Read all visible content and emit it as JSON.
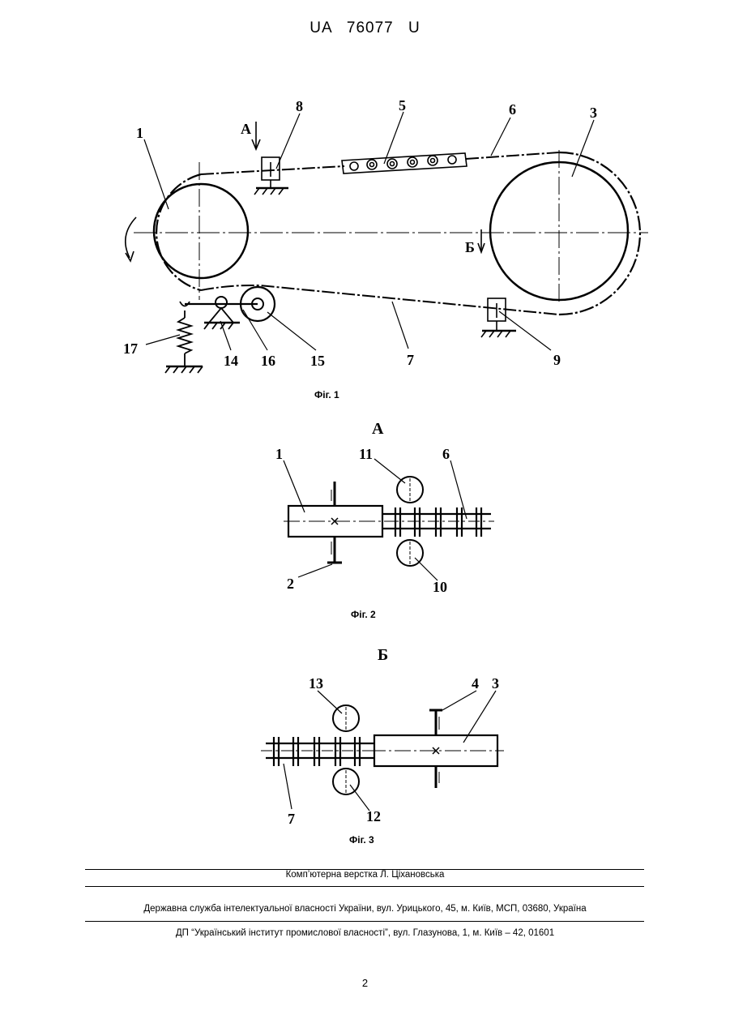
{
  "header": {
    "doc_number": "UA   76077   U"
  },
  "figures": {
    "fig1": {
      "caption": "Фіг. 1",
      "view_markers": [
        "А",
        "Б"
      ],
      "labels": [
        "1",
        "3",
        "5",
        "6",
        "7",
        "8",
        "9",
        "14",
        "15",
        "16",
        "17"
      ]
    },
    "fig2": {
      "title": "А",
      "caption": "Фіг. 2",
      "labels": [
        "1",
        "11",
        "6",
        "2",
        "10"
      ]
    },
    "fig3": {
      "title": "Б",
      "caption": "Фіг. 3",
      "labels": [
        "13",
        "4",
        "3",
        "7",
        "12"
      ]
    }
  },
  "footer": {
    "layout_credit": "Комп’ютерна верстка Л. Ціхановська",
    "agency": "Державна служба інтелектуальної власності України, вул. Урицького, 45, м. Київ, МСП, 03680, Україна",
    "institute": "ДП “Український інститут промислової власності”, вул. Глазунова, 1, м. Київ – 42, 01601"
  },
  "page_number": "2"
}
